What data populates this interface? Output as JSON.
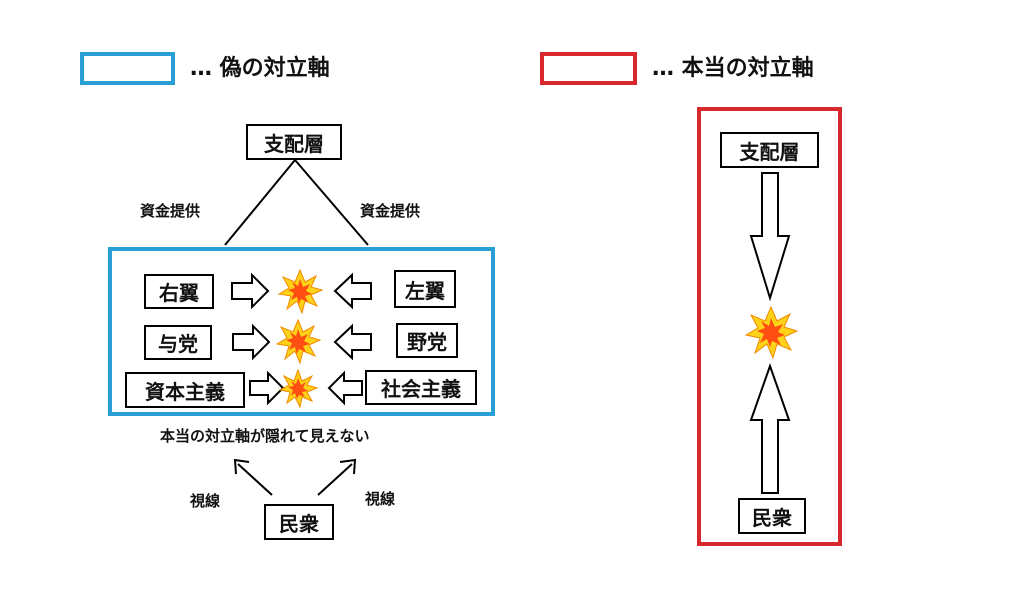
{
  "legend": {
    "fake": {
      "text": "… 偽の対立軸",
      "color": "#2a9fd6"
    },
    "real": {
      "text": "… 本当の対立軸",
      "color": "#d9272e"
    }
  },
  "left": {
    "top_node": "支配層",
    "funding_left": "資金提供",
    "funding_right": "資金提供",
    "rows": [
      {
        "left": "右翼",
        "right": "左翼"
      },
      {
        "left": "与党",
        "right": "野党"
      },
      {
        "left": "資本主義",
        "right": "社会主義"
      }
    ],
    "caption": "本当の対立軸が隠れて見えない",
    "gaze_left": "視線",
    "gaze_right": "視線",
    "bottom_node": "民衆"
  },
  "right": {
    "top_node": "支配層",
    "bottom_node": "民衆"
  },
  "colors": {
    "explosion_outer": "#ffd21a",
    "explosion_inner": "#ff4e12"
  }
}
